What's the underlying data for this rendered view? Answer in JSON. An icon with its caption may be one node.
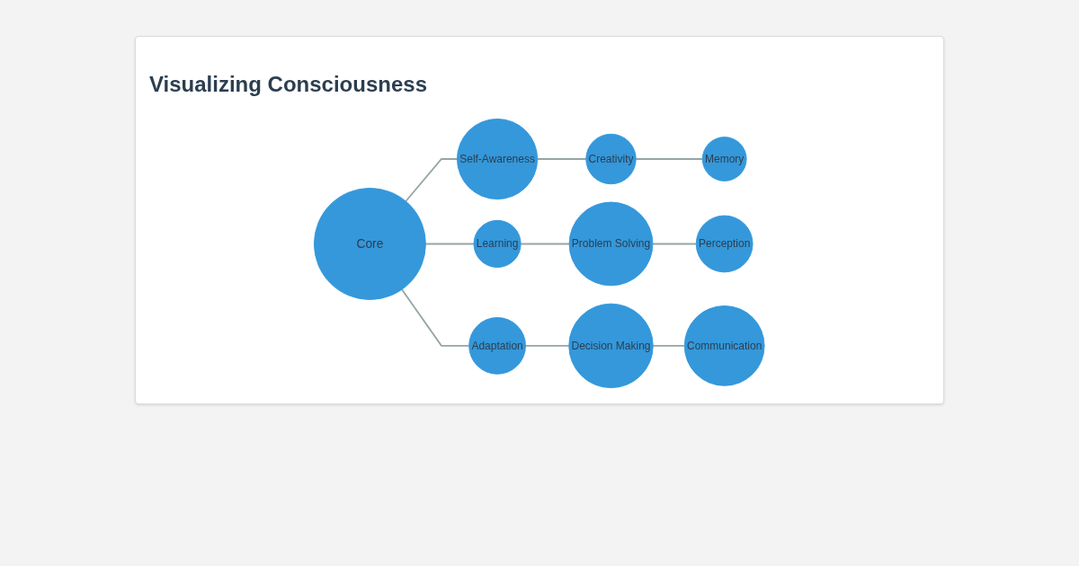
{
  "diagram": {
    "title": "Visualizing Consciousness",
    "nodes": [
      {
        "text": [
          "Memory"
        ]
      },
      {
        "text": [
          "Perception"
        ]
      },
      {
        "text": [
          "Creativity"
        ]
      },
      {
        "text": [
          "Problem Solving"
        ]
      },
      {
        "text": [
          "Self-Awareness"
        ]
      },
      {
        "text": [
          "Learning"
        ]
      },
      {
        "text": [
          "Core"
        ]
      },
      {
        "text": [
          "Adaptation"
        ]
      },
      {
        "text": [
          "Decision Making"
        ]
      },
      {
        "text": [
          "Communication"
        ]
      }
    ],
    "edges": [
      {
        "from": 6,
        "to": 4,
        "arrow": "none"
      },
      {
        "from": 4,
        "to": 2,
        "arrow": "none"
      },
      {
        "from": 2,
        "to": 0,
        "arrow": "none"
      },
      {
        "from": 6,
        "to": 5,
        "arrow": "none"
      },
      {
        "from": 5,
        "to": 3,
        "arrow": "none"
      },
      {
        "from": 3,
        "to": 1,
        "arrow": "none"
      },
      {
        "from": 6,
        "to": 7,
        "arrow": "none"
      },
      {
        "from": 7,
        "to": 8,
        "arrow": "none"
      },
      {
        "from": 8,
        "to": 9,
        "arrow": "none"
      }
    ]
  }
}
